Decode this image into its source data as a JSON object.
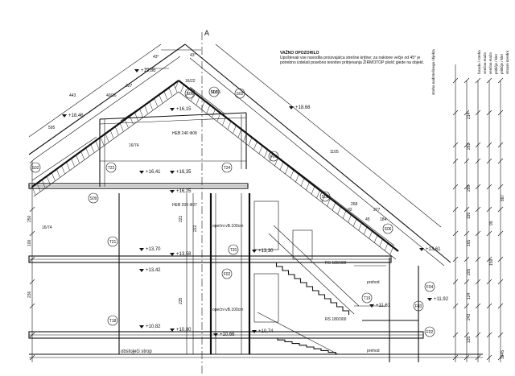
{
  "section_marker": "A",
  "note": {
    "title": "VAŽNO OPOZORILO",
    "body": "Upoštevati vse navodila proizvajalca strešne kritine; za naklone večje od 45° je potrebno izdelati posebno tesnitev pritrjevanja ŽIRMOTOP plošč glede na objekt."
  },
  "side_texts": {
    "a": "streha nadstrešnega objekta",
    "b": "fasada / streha",
    "c": "venčna etaža",
    "d": "venčna etaža",
    "e": "pritličje / klet",
    "f": "pritličje / klet",
    "g": "stropni izvedni"
  },
  "level_marks": [
    {
      "id": "lvl-1986",
      "text": "+19,86"
    },
    {
      "id": "lvl-1615",
      "text": "+16,15"
    },
    {
      "id": "lvl-1868",
      "text": "+18,68"
    },
    {
      "id": "lvl-1846",
      "text": "+18,46"
    },
    {
      "id": "lvl-1641",
      "text": "+16,41"
    },
    {
      "id": "lvl-1635",
      "text": "+16,35"
    },
    {
      "id": "lvl-1625",
      "text": "+16,25"
    },
    {
      "id": "lvl-1370",
      "text": "+13,70"
    },
    {
      "id": "lvl-1358",
      "text": "+13,58"
    },
    {
      "id": "lvl-1342",
      "text": "+13,42"
    },
    {
      "id": "lvl-1330",
      "text": "+13,30"
    },
    {
      "id": "lvl-1361",
      "text": "+13,61"
    },
    {
      "id": "lvl-1192",
      "text": "+11,92"
    },
    {
      "id": "lvl-1161",
      "text": "+11,61"
    },
    {
      "id": "lvl-1082",
      "text": "+10,82"
    },
    {
      "id": "lvl-1074",
      "text": "+10,74"
    },
    {
      "id": "lvl-1066",
      "text": "+10,66"
    },
    {
      "id": "lvl-1080",
      "text": "+10,80"
    }
  ],
  "tags": [
    {
      "id": "t-s02a",
      "text": "S02"
    },
    {
      "id": "t-s06",
      "text": "S06"
    },
    {
      "id": "t-s03a",
      "text": "S03"
    },
    {
      "id": "t-s02b",
      "text": "S02"
    },
    {
      "id": "t-t22",
      "text": "T22"
    },
    {
      "id": "t-t24",
      "text": "T24"
    },
    {
      "id": "t-s03b",
      "text": "S03"
    },
    {
      "id": "t-s09",
      "text": "S09"
    },
    {
      "id": "t-f06",
      "text": "F06"
    },
    {
      "id": "t-s06b",
      "text": "S06"
    },
    {
      "id": "t-t21",
      "text": "T21"
    },
    {
      "id": "t-t20",
      "text": "T20"
    },
    {
      "id": "t-f02",
      "text": "F02"
    },
    {
      "id": "t-t19",
      "text": "T19"
    },
    {
      "id": "t-t18",
      "text": "T18"
    },
    {
      "id": "t-f04",
      "text": "F04"
    },
    {
      "id": "t-f03",
      "text": "F03"
    },
    {
      "id": "t-f02b",
      "text": "F02"
    }
  ],
  "labels": {
    "heb240": "HEB 240 Ф08",
    "heb200": "HEB 200 Ф07",
    "opecna1": "opečni vB.100cm",
    "opecna2": "opečni vB.100cm",
    "prehod1": "prehod",
    "prehod2": "prehod",
    "obstoj": "obstoječi strop",
    "stair1": "RS 180/300",
    "stair2": "RS 180/300"
  },
  "dims": {
    "angle1": "43°",
    "angle2": "43°",
    "d327": "327",
    "d443": "443",
    "d595": "595",
    "d4016": "40/16",
    "d1622": "16/22",
    "d1115": "11/15",
    "d1105": "1105",
    "d268": "268",
    "d277": "277",
    "d184": "184",
    "d92": "92",
    "d45": "45",
    "d1074": "16/74",
    "d1674b": "16/74",
    "d221": "221",
    "d222": "222",
    "d235": "235",
    "d236": "236",
    "d250": "250",
    "d100": "100"
  },
  "right_dims": [
    "214",
    "262",
    "280",
    "195",
    "165",
    "205",
    "124",
    "243",
    "135",
    "1845"
  ],
  "right_dims2": [
    "887",
    "99",
    "159"
  ]
}
